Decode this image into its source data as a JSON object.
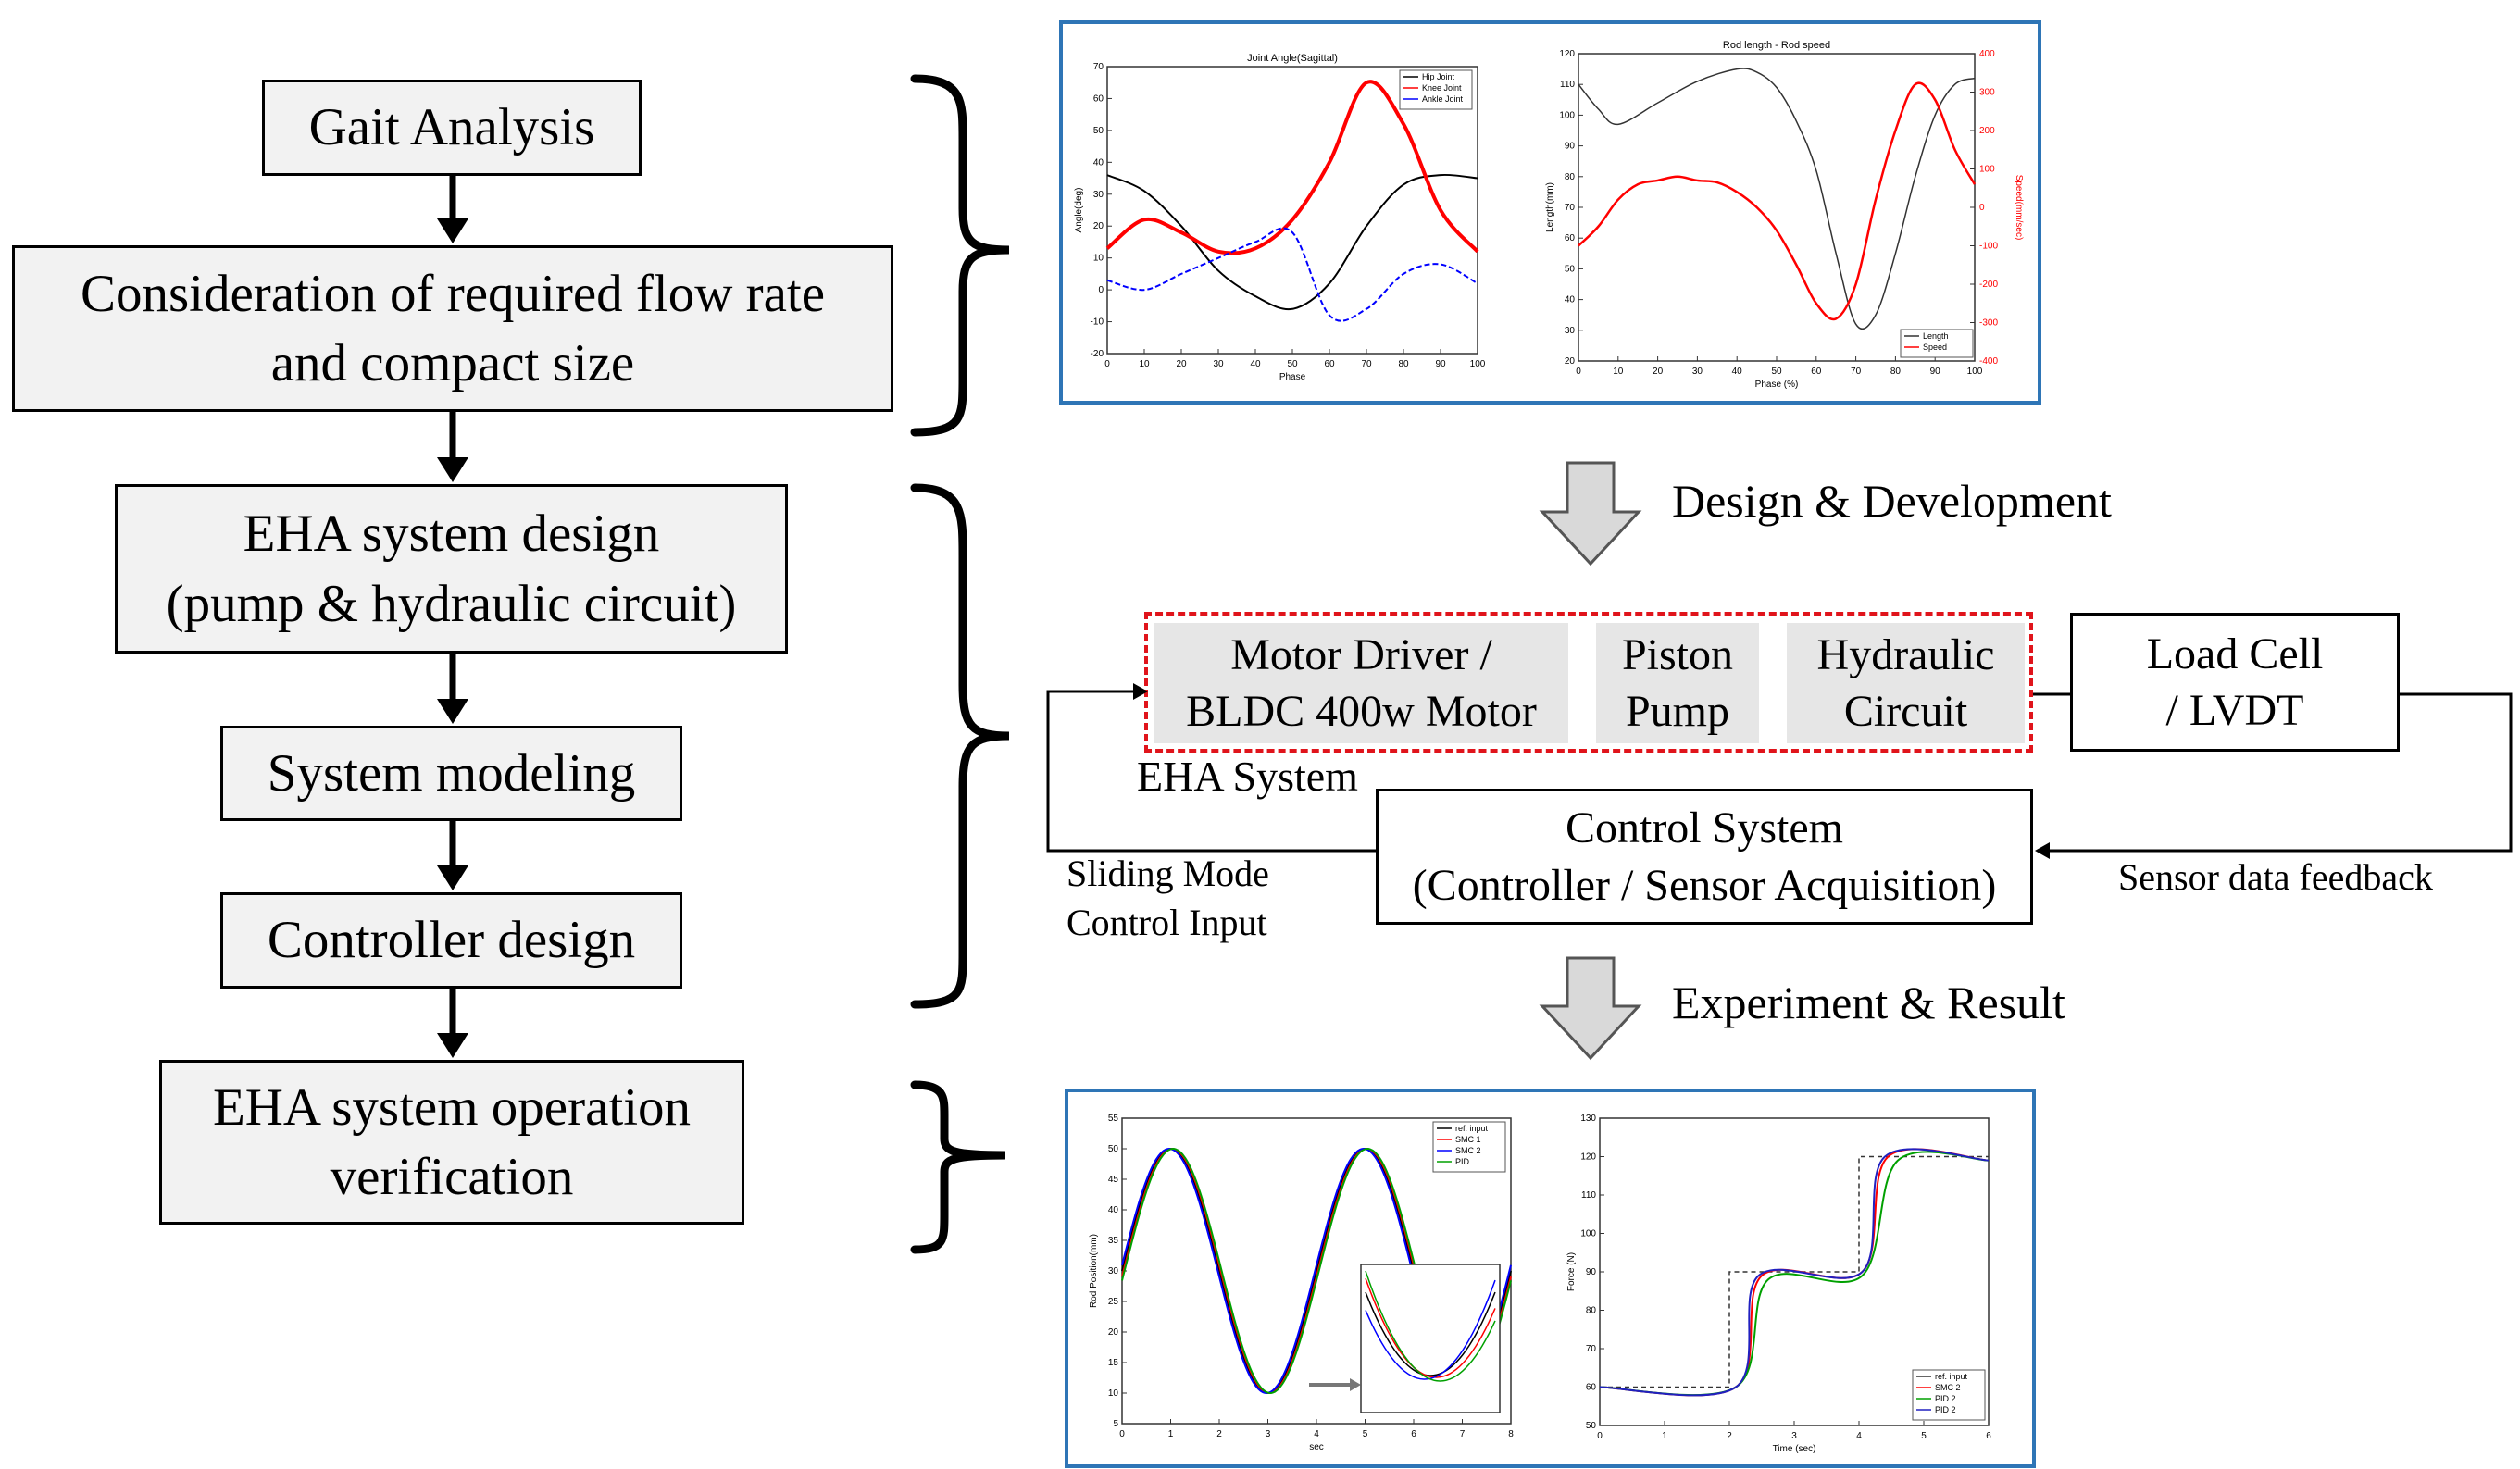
{
  "flow_steps": [
    {
      "l1": "Gait Analysis",
      "l2": ""
    },
    {
      "l1": "Consideration of required flow rate",
      "l2": "and compact size"
    },
    {
      "l1": "EHA system design",
      "l2": "(pump & hydraulic circuit)"
    },
    {
      "l1": "System modeling",
      "l2": ""
    },
    {
      "l1": "Controller design",
      "l2": ""
    },
    {
      "l1": "EHA system operation",
      "l2": "verification"
    }
  ],
  "stage_labels": {
    "design": "Design & Development",
    "experiment": "Experiment & Result"
  },
  "eha": {
    "motor_l1": "Motor Driver /",
    "motor_l2": "BLDC 400w  Motor",
    "pump_l1": "Piston",
    "pump_l2": "Pump",
    "circuit_l1": "Hydraulic",
    "circuit_l2": "Circuit",
    "system_label": "EHA System"
  },
  "load_cell": {
    "l1": "Load Cell",
    "l2": "/ LVDT"
  },
  "control_system": {
    "l1": "Control System",
    "l2": "(Controller / Sensor Acquisition)"
  },
  "signals": {
    "smc_l1": "Sliding Mode",
    "smc_l2": "Control Input",
    "feedback": "Sensor data feedback"
  },
  "colors": {
    "box_fill": "#f2f2f2",
    "eha_cell_fill": "#e6e6e6",
    "eha_border": "#e0141b",
    "panel_border": "#2e75b6",
    "arrow_fill": "#d9d9d9"
  },
  "chart_data": [
    {
      "type": "line",
      "title": "Joint Angle(Sagittal)",
      "xlabel": "Phase",
      "ylabel": "Angle(deg)",
      "xlim": [
        0,
        100
      ],
      "ylim": [
        -20,
        70
      ],
      "xticks": [
        0,
        10,
        20,
        30,
        40,
        50,
        60,
        70,
        80,
        90,
        100
      ],
      "yticks": [
        -20,
        -10,
        0,
        10,
        20,
        30,
        40,
        50,
        60,
        70
      ],
      "legend_position": "top-right",
      "series": [
        {
          "name": "Hip Joint",
          "color": "#000000",
          "x": [
            0,
            10,
            20,
            30,
            40,
            50,
            60,
            70,
            80,
            90,
            100
          ],
          "y": [
            36,
            31,
            20,
            6,
            -2,
            -6,
            2,
            20,
            33,
            36,
            35
          ]
        },
        {
          "name": "Knee Joint",
          "color": "#ff0000",
          "x": [
            0,
            10,
            20,
            30,
            40,
            50,
            60,
            70,
            80,
            90,
            100
          ],
          "y": [
            13,
            22,
            18,
            12,
            13,
            22,
            40,
            65,
            52,
            25,
            12
          ]
        },
        {
          "name": "Ankle Joint",
          "color": "#0000ff",
          "x": [
            0,
            10,
            20,
            30,
            40,
            50,
            60,
            70,
            80,
            90,
            100
          ],
          "y": [
            3,
            0,
            5,
            10,
            15,
            18,
            -8,
            -6,
            5,
            8,
            2
          ]
        }
      ]
    },
    {
      "type": "line",
      "title": "Rod length - Rod speed",
      "xlabel": "Phase (%)",
      "ylabel": "Length(mm)",
      "ylabel_right": "Speed(mm/sec)",
      "xlim": [
        0,
        100
      ],
      "ylim": [
        20,
        120
      ],
      "ylim_right": [
        -400,
        400
      ],
      "xticks": [
        0,
        10,
        20,
        30,
        40,
        50,
        60,
        70,
        80,
        90,
        100
      ],
      "yticks": [
        20,
        30,
        40,
        50,
        60,
        70,
        80,
        90,
        100,
        110,
        120
      ],
      "yticks_right": [
        -400,
        -300,
        -200,
        -100,
        0,
        100,
        200,
        300,
        400
      ],
      "legend_position": "bottom-right",
      "series": [
        {
          "name": "Length",
          "axis": "left",
          "color": "#333333",
          "x": [
            0,
            5,
            10,
            20,
            30,
            40,
            45,
            50,
            55,
            60,
            65,
            70,
            75,
            80,
            85,
            90,
            95,
            100
          ],
          "y": [
            110,
            102,
            97,
            104,
            111,
            115,
            114,
            109,
            98,
            82,
            55,
            32,
            35,
            55,
            80,
            100,
            110,
            112
          ]
        },
        {
          "name": "Speed",
          "axis": "right",
          "color": "#ff0000",
          "x": [
            0,
            5,
            10,
            15,
            20,
            25,
            30,
            35,
            40,
            45,
            50,
            55,
            60,
            65,
            70,
            75,
            80,
            85,
            90,
            95,
            100
          ],
          "y": [
            -100,
            -50,
            20,
            60,
            70,
            80,
            70,
            65,
            40,
            0,
            -60,
            -150,
            -250,
            -290,
            -200,
            20,
            200,
            320,
            280,
            150,
            60
          ]
        }
      ]
    },
    {
      "type": "line",
      "title": "",
      "xlabel": "sec",
      "ylabel": "Rod Position(mm)",
      "xlim": [
        0,
        8
      ],
      "ylim": [
        5,
        55
      ],
      "xticks": [
        0,
        1,
        2,
        3,
        4,
        5,
        6,
        7,
        8
      ],
      "yticks": [
        5,
        10,
        15,
        20,
        25,
        30,
        35,
        40,
        45,
        50,
        55
      ],
      "legend_position": "top-right",
      "series": [
        {
          "name": "ref. input",
          "color": "#000000",
          "period": 4,
          "mean": 30,
          "amplitude": 20
        },
        {
          "name": "SMC 1",
          "color": "#ff0000",
          "period": 4,
          "mean": 30,
          "amplitude": 20
        },
        {
          "name": "SMC 2",
          "color": "#0000ff",
          "period": 4,
          "mean": 30,
          "amplitude": 20
        },
        {
          "name": "PID",
          "color": "#00a000",
          "period": 4,
          "mean": 30,
          "amplitude": 20
        }
      ]
    },
    {
      "type": "line",
      "title": "",
      "xlabel": "Time (sec)",
      "ylabel": "Force (N)",
      "xlim": [
        0,
        6
      ],
      "ylim": [
        50,
        130
      ],
      "xticks": [
        0,
        1,
        2,
        3,
        4,
        5,
        6
      ],
      "yticks": [
        50,
        60,
        70,
        80,
        90,
        100,
        110,
        120,
        130
      ],
      "legend_position": "bottom-right",
      "series": [
        {
          "name": "ref. input",
          "color": "#333333",
          "x": [
            0,
            2,
            2,
            4,
            4,
            6
          ],
          "y": [
            60,
            60,
            90,
            90,
            120,
            120
          ]
        },
        {
          "name": "SMC 2",
          "color": "#ff0000",
          "x": [
            0,
            2.1,
            2.5,
            4.05,
            4.45,
            6
          ],
          "y": [
            60,
            60,
            89,
            90,
            120,
            119
          ]
        },
        {
          "name": "PID 2",
          "color": "#00a000",
          "x": [
            0,
            2.1,
            2.6,
            4.05,
            4.6,
            6
          ],
          "y": [
            60,
            60,
            88,
            89,
            119,
            119
          ]
        },
        {
          "name": "PID 2",
          "color": "#2020c0",
          "x": [
            0,
            2.1,
            2.45,
            4.05,
            4.4,
            6
          ],
          "y": [
            60,
            60,
            89,
            90,
            120,
            119
          ]
        }
      ]
    }
  ]
}
